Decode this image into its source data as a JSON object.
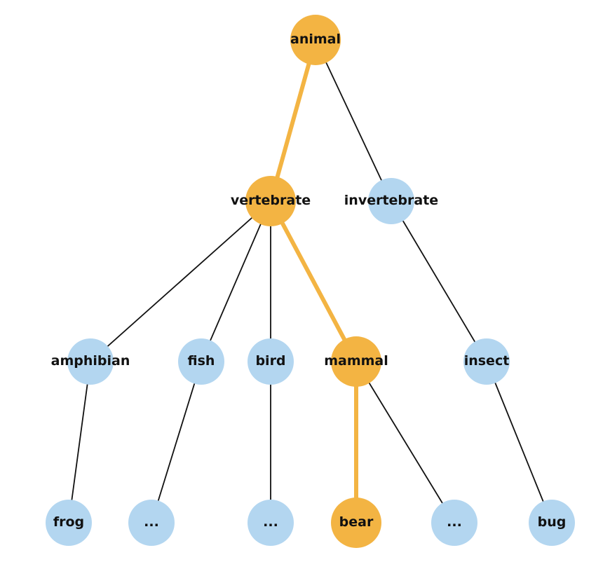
{
  "colors": {
    "highlight": "#F3B443",
    "normal": "#B3D6F0",
    "edge": "#111111"
  },
  "nodes": [
    {
      "id": "animal",
      "label": "animal",
      "highlight": true
    },
    {
      "id": "vertebrate",
      "label": "vertebrate",
      "highlight": true
    },
    {
      "id": "invertebrate",
      "label": "invertebrate",
      "highlight": false
    },
    {
      "id": "amphibian",
      "label": "amphibian",
      "highlight": false
    },
    {
      "id": "fish",
      "label": "fish",
      "highlight": false
    },
    {
      "id": "bird",
      "label": "bird",
      "highlight": false
    },
    {
      "id": "mammal",
      "label": "mammal",
      "highlight": true
    },
    {
      "id": "insect",
      "label": "insect",
      "highlight": false
    },
    {
      "id": "frog",
      "label": "frog",
      "highlight": false
    },
    {
      "id": "fish-more",
      "label": "...",
      "highlight": false
    },
    {
      "id": "bird-more",
      "label": "...",
      "highlight": false
    },
    {
      "id": "bear",
      "label": "bear",
      "highlight": true
    },
    {
      "id": "mammal-more",
      "label": "...",
      "highlight": false
    },
    {
      "id": "bug",
      "label": "bug",
      "highlight": false
    }
  ],
  "edges": [
    {
      "from": "animal",
      "to": "vertebrate",
      "highlight": true
    },
    {
      "from": "animal",
      "to": "invertebrate",
      "highlight": false
    },
    {
      "from": "vertebrate",
      "to": "amphibian",
      "highlight": false
    },
    {
      "from": "vertebrate",
      "to": "fish",
      "highlight": false
    },
    {
      "from": "vertebrate",
      "to": "bird",
      "highlight": false
    },
    {
      "from": "vertebrate",
      "to": "mammal",
      "highlight": true
    },
    {
      "from": "invertebrate",
      "to": "insect",
      "highlight": false
    },
    {
      "from": "amphibian",
      "to": "frog",
      "highlight": false
    },
    {
      "from": "fish",
      "to": "fish-more",
      "highlight": false
    },
    {
      "from": "bird",
      "to": "bird-more",
      "highlight": false
    },
    {
      "from": "mammal",
      "to": "bear",
      "highlight": true
    },
    {
      "from": "mammal",
      "to": "mammal-more",
      "highlight": false
    },
    {
      "from": "insect",
      "to": "bug",
      "highlight": false
    }
  ]
}
